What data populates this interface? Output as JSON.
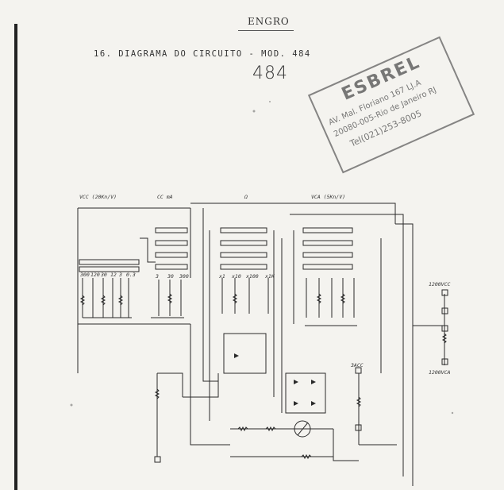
{
  "header": {
    "brand": "ENGRO"
  },
  "document": {
    "title": "16. DIAGRAMA DO CIRCUITO - MOD. 484",
    "handwritten_model": "484"
  },
  "stamp": {
    "name": "ESBREL",
    "address_line": "AV. Mal. Floriano 167 LJ.A",
    "cep_line": "20080-005-Rio de Janeiro RJ",
    "phone_line": "Tel(021)253-8005"
  },
  "diagram": {
    "section_labels": [
      "VCC (20Kn/V)",
      "CC mA",
      "Ω",
      "VCA (5Kn/V)"
    ],
    "vcc_ranges": [
      "300",
      "120",
      "30",
      "12",
      "3",
      "0.3"
    ],
    "cc_ranges": [
      "3",
      "30",
      "300"
    ],
    "ohm_ranges": [
      "x1",
      "x10",
      "x100",
      "x1K"
    ],
    "battery_labels": [
      "1200VCC",
      "1200VCA",
      "3ACC"
    ],
    "colors": {
      "ink": "#222222",
      "paper": "#f4f3ef",
      "stamp": "#666666"
    }
  }
}
